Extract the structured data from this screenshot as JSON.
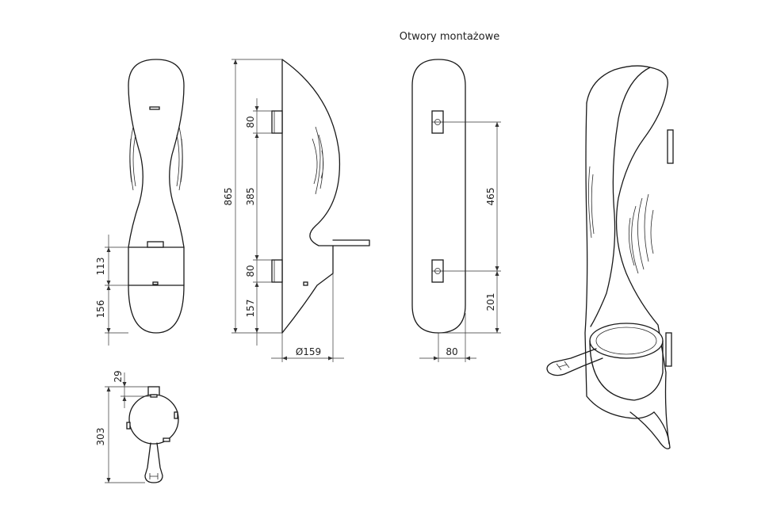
{
  "title": "Otwory montażowe",
  "front_view": {
    "dims": {
      "lower_cup": "113",
      "bottom": "156"
    }
  },
  "side_view": {
    "dims": {
      "total": "865",
      "bracket_top": "80",
      "between": "385",
      "bracket_bottom": "80",
      "lower": "157",
      "diameter": "Ø159"
    }
  },
  "back_view": {
    "dims": {
      "holes_spacing": "465",
      "bottom_offset": "201",
      "width": "80"
    }
  },
  "top_view": {
    "dims": {
      "pipe": "29",
      "depth": "303"
    }
  },
  "colors": {
    "line": "#1a1a1a",
    "background": "#ffffff"
  }
}
